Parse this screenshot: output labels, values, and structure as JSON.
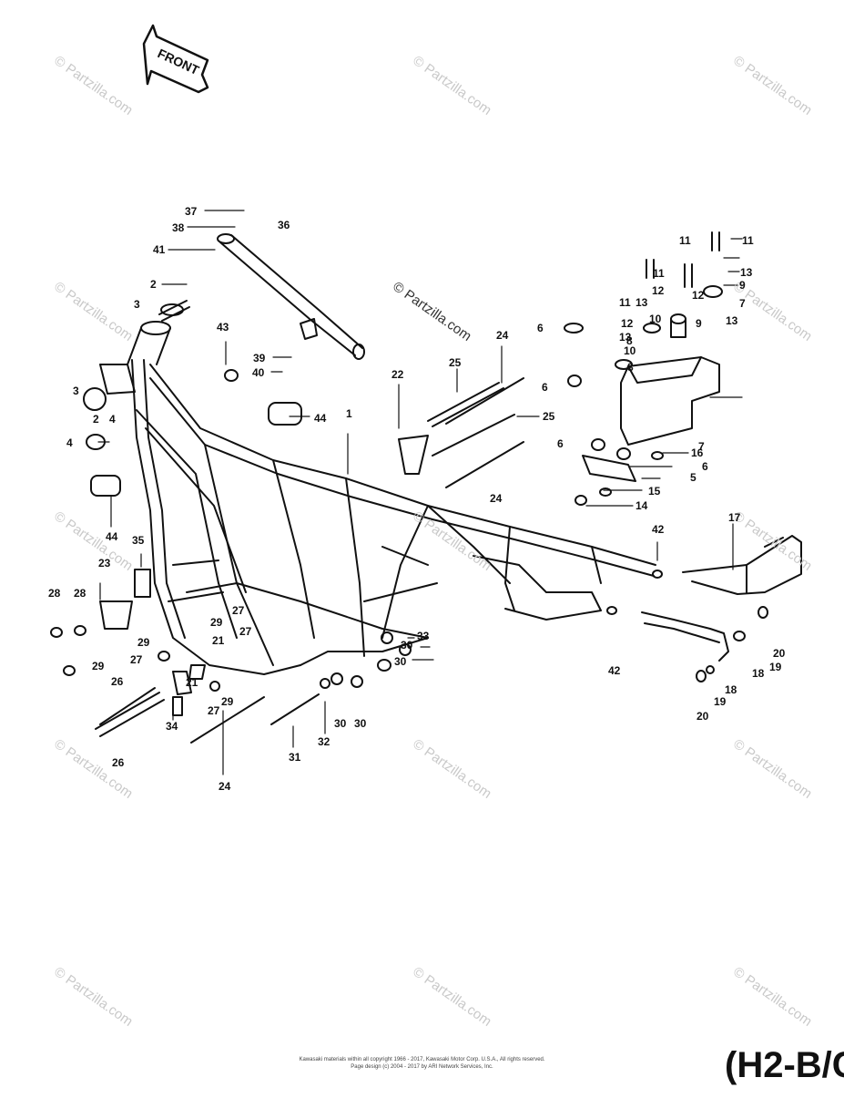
{
  "front_arrow": {
    "text": "FRONT"
  },
  "watermark_text": "© Partzilla.com",
  "model_code": "(H2-B/C",
  "copyright": {
    "line1": "Kawasaki materials within all copyright 1966 - 2017, Kawasaki Motor Corp. U.S.A., All rights reserved.",
    "line2": "Page design (c) 2004 - 2017 by ARI Network Services, Inc."
  },
  "callouts": [
    "1",
    "2",
    "2",
    "3",
    "3",
    "4",
    "4",
    "5",
    "6",
    "6",
    "6",
    "6",
    "7",
    "7",
    "8",
    "8",
    "9",
    "9",
    "10",
    "10",
    "11",
    "11",
    "11",
    "11",
    "12",
    "12",
    "12",
    "13",
    "13",
    "13",
    "13",
    "14",
    "15",
    "16",
    "17",
    "18",
    "18",
    "19",
    "19",
    "20",
    "20",
    "21",
    "21",
    "22",
    "23",
    "24",
    "24",
    "24",
    "25",
    "25",
    "26",
    "26",
    "27",
    "27",
    "27",
    "27",
    "28",
    "28",
    "29",
    "29",
    "29",
    "29",
    "30",
    "30",
    "30",
    "30",
    "31",
    "32",
    "33",
    "34",
    "35",
    "36",
    "37",
    "38",
    "39",
    "40",
    "41",
    "42",
    "42",
    "43",
    "44",
    "44"
  ]
}
